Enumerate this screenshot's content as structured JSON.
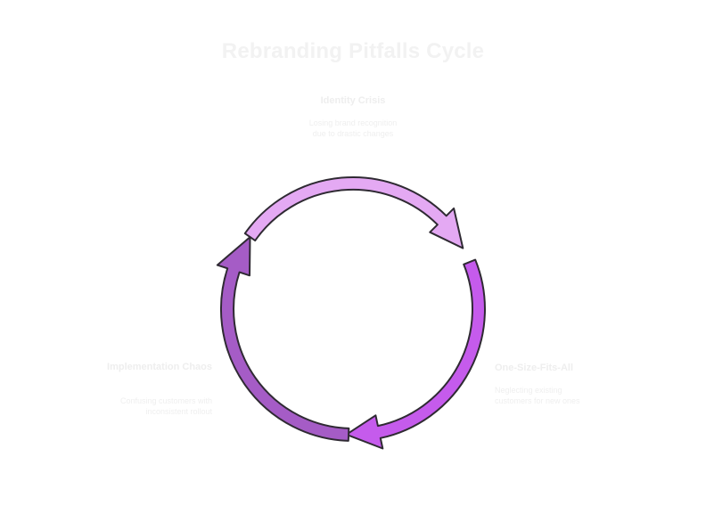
{
  "diagram": {
    "title": "Rebranding Pitfalls Cycle",
    "stages": [
      {
        "title": "Identity Crisis",
        "description": "Losing brand recognition due to drastic changes",
        "color": "#e4a9f3"
      },
      {
        "title": "One-Size-Fits-All",
        "description": "Neglecting existing customers for new ones",
        "color": "#c55bec"
      },
      {
        "title": "Implementation Chaos",
        "description": "Confusing customers with inconsistent rollout",
        "color": "#a55cc6"
      }
    ],
    "outline_color": "#2f2a33"
  }
}
